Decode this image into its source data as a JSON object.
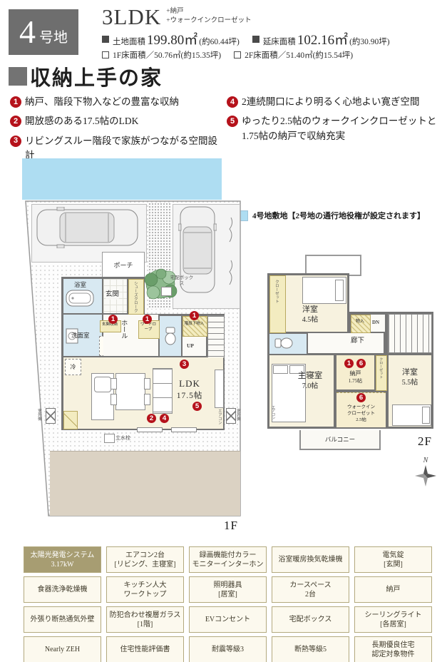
{
  "header": {
    "lot_number": "4",
    "lot_suffix": "号地",
    "layout": "3LDK",
    "layout_extra1": "+納戸",
    "layout_extra2": "+ウォークインクローゼット",
    "land_area_label": "土地面積",
    "land_area_value": "199.80㎡",
    "land_area_tsubo": "(約60.44坪)",
    "total_floor_label": "延床面積",
    "total_floor_value": "102.16㎡",
    "total_floor_tsubo": "(約30.90坪)",
    "floor1_area": "1F床面積／50.76㎡(約15.35坪)",
    "floor2_area": "2F床面積／51.40㎡(約15.54坪)"
  },
  "concept_title": "収納上手の家",
  "features": [
    {
      "num": "1",
      "text": "納戸、階段下物入などの豊富な収納"
    },
    {
      "num": "2",
      "text": "開放感のある17.5帖のLDK"
    },
    {
      "num": "3",
      "text": "リビングスルー階段で家族がつながる空間設計"
    },
    {
      "num": "4",
      "text": "2連続開口により明るく心地よい寛ぎ空間"
    },
    {
      "num": "5",
      "text": "ゆったり2.5帖のウォークインクローゼットと1.75帖の納戸で収納充実"
    }
  ],
  "site_legend": "4号地敷地【2号地の通行地役権が設定されます】",
  "plan_1f": {
    "floor_label": "1F",
    "labels": {
      "porch": "ポーチ",
      "entrance": "玄関",
      "shoe_closet": "シューズクローク",
      "bath": "浴室",
      "washroom": "洗面室",
      "washer": "洗",
      "hall": "ホール",
      "entrance_storage": "玄関収納",
      "wardrobe": "ワードローブ",
      "under_stairs_storage": "階段下物入",
      "up": "UP",
      "fridge": "冷",
      "ldk": "LDK",
      "ldk_size": "17.5帖",
      "delivery_box": "宅配ボックス",
      "water_tap": "立水栓",
      "outdoor_unit": "室外機",
      "aircon": "エアコン"
    },
    "markers": {
      "entrance_storage": "1",
      "wardrobe": "1",
      "under_stairs": "1",
      "stairs": "3",
      "opening_a": "2",
      "opening_b": "4",
      "ldk": "5"
    }
  },
  "plan_2f": {
    "floor_label": "2F",
    "labels": {
      "bedroom_a": "洋室",
      "bedroom_a_size": "4.5帖",
      "closet": "クローゼット",
      "storage_small": "物入",
      "down": "DN",
      "corridor": "廊下",
      "master_bedroom": "主寝室",
      "master_bedroom_size": "7.0帖",
      "storage_room": "納戸",
      "storage_room_size": "1.75帖",
      "wic_line1": "ウォークイン",
      "wic_line2": "クローゼット",
      "wic_size": "2.5帖",
      "bedroom_b": "洋室",
      "bedroom_b_size": "5.5帖",
      "balcony": "バルコニー",
      "aircon": "エアコン",
      "north": "N"
    },
    "markers": {
      "storage_room_a": "1",
      "storage_room_b": "6",
      "wic": "6"
    }
  },
  "equipment": {
    "rows": [
      [
        "太陽光発電システム\n3.17kW",
        "エアコン2台\n[リビング、主寝室]",
        "録画機能付カラー\nモニターインターホン",
        "浴室暖房換気乾燥機",
        "電気錠\n[玄関]"
      ],
      [
        "食器洗浄乾燥機",
        "キッチン人大\nワークトップ",
        "照明器具\n[居室]",
        "カースペース\n2台",
        "納戸"
      ],
      [
        "外張り断熱通気外壁",
        "防犯合わせ複層ガラス\n[1階]",
        "EVコンセント",
        "宅配ボックス",
        "シーリングライト\n[各居室]"
      ],
      [
        "Nearly ZEH",
        "住宅性能評価書",
        "耐震等級3",
        "断熱等級5",
        "長期優良住宅\n認定対象物件"
      ]
    ]
  },
  "colors": {
    "marker_red": "#b5121b",
    "site_blue": "#aeddf2",
    "table_highlight_olive": "#a79d72",
    "room_cream": "#f7f2df",
    "wet_room_blue": "#d8e9f2",
    "closet_yellow": "#f3ecc0",
    "garden_beige": "#dbd2c3"
  }
}
